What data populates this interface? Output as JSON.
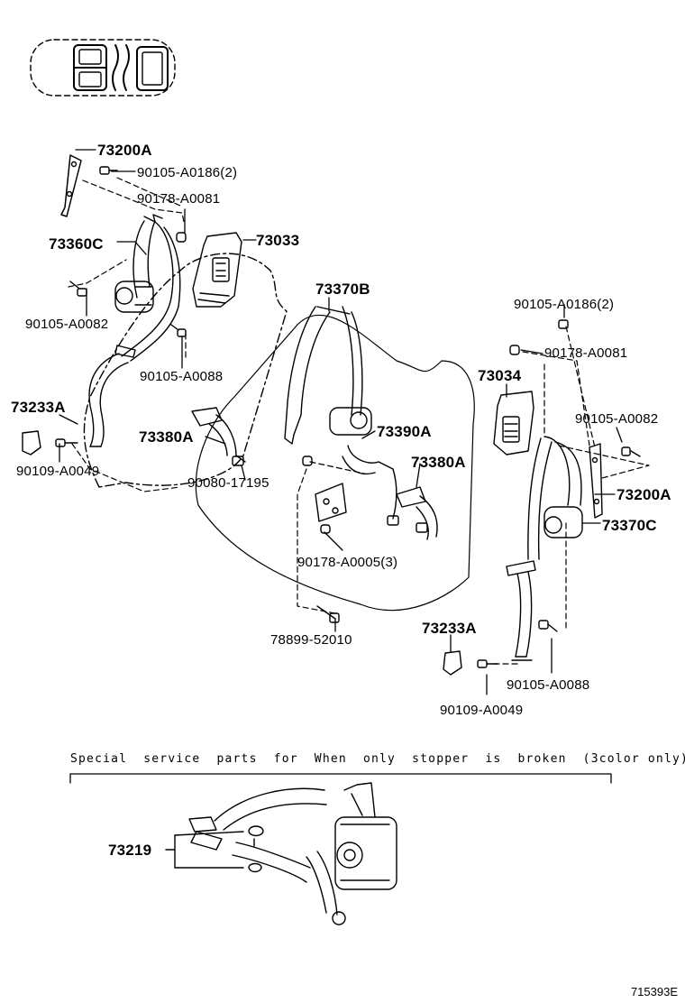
{
  "labels": {
    "p73200A_top": "73200A",
    "p90105_A0186_top": "90105-A0186(2)",
    "p90178_A0081_top": "90178-A0081",
    "p73360C": "73360C",
    "p73033": "73033",
    "p90105_A0082_left": "90105-A0082",
    "p90105_A0088_left": "90105-A0088",
    "p73370B": "73370B",
    "p73233A_left": "73233A",
    "p90109_A0049_left": "90109-A0049",
    "p73380A_left": "73380A",
    "p90080_17195": "90080-17195",
    "p73390A": "73390A",
    "p73380A_right": "73380A",
    "p90178_A0005": "90178-A0005(3)",
    "p78899_52010": "78899-52010",
    "p90105_A0186_right": "90105-A0186(2)",
    "p90178_A0081_right": "90178-A0081",
    "p73034": "73034",
    "p90105_A0082_right": "90105-A0082",
    "p73200A_right": "73200A",
    "p73370C": "73370C",
    "p73233A_right": "73233A",
    "p90105_A0088_right": "90105-A0088",
    "p90109_A0049_right": "90109-A0049",
    "p73219": "73219"
  },
  "note": "Special  service  parts  for  When  only  stopper  is  broken  (3color only)",
  "figure_id": "715393E"
}
